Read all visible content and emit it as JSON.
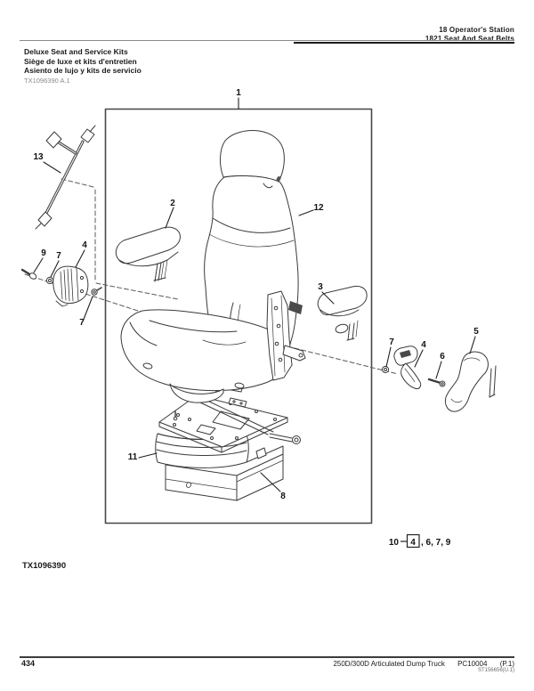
{
  "header": {
    "section_line1": "18 Operator's Station",
    "section_line2": "1821 Seat And Seat Belts",
    "title_en": "Deluxe Seat and Service Kits",
    "title_fr": "Siège de luxe et kits d'entretien",
    "title_es": "Asiento de lujo y kits de servicio",
    "figure_ref": "TX1096390 A.1"
  },
  "figure": {
    "figure_id": "TX1096390",
    "callouts": [
      "1",
      "2",
      "3",
      "4",
      "4",
      "5",
      "6",
      "7",
      "7",
      "7",
      "8",
      "9",
      "11",
      "12",
      "13"
    ],
    "legend": {
      "item": "10",
      "boxed_ref": "4",
      "other_refs": ", 6, 7, 9"
    }
  },
  "footer": {
    "page_number": "434",
    "model": "250D/300D Articulated Dump Truck",
    "catalog": "PC10004",
    "page_ref": "(P.1)",
    "print_code": "ST156656(U.1)"
  }
}
